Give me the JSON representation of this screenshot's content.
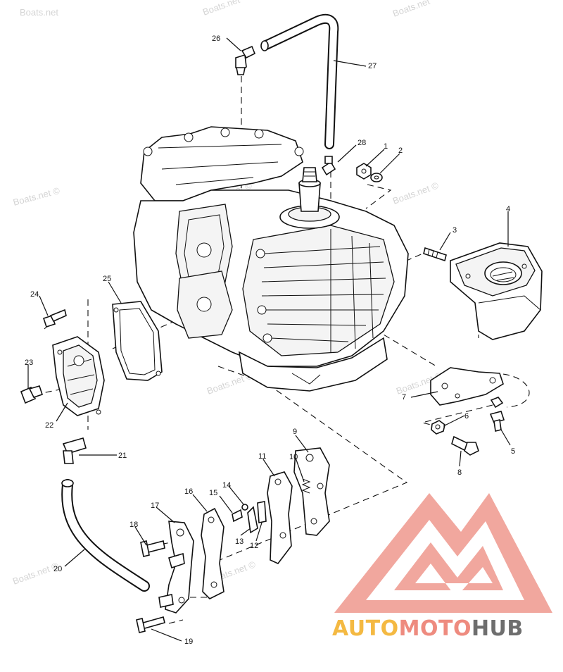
{
  "watermark": "Boats.net",
  "watermark_copy": "Boats.net ©",
  "brand": {
    "part1": "AUTO",
    "part2": "MOTO",
    "part3": "HUB",
    "colors": {
      "auto": "#f4b942",
      "moto": "#ee8b7f",
      "hub": "#6e6e6e",
      "triangle": "#ef9d94"
    }
  },
  "callouts": {
    "c1": "1",
    "c2": "2",
    "c3": "3",
    "c4": "4",
    "c5": "5",
    "c6": "6",
    "c7": "7",
    "c8": "8",
    "c9": "9",
    "c10": "10",
    "c11": "11",
    "c12": "12",
    "c13": "13",
    "c14": "14",
    "c15": "15",
    "c16": "16",
    "c17": "17",
    "c18": "18",
    "c19": "19",
    "c20": "20",
    "c21": "21",
    "c22": "22",
    "c23": "23",
    "c24": "24",
    "c25": "25",
    "c26": "26",
    "c27": "27",
    "c28": "28"
  }
}
